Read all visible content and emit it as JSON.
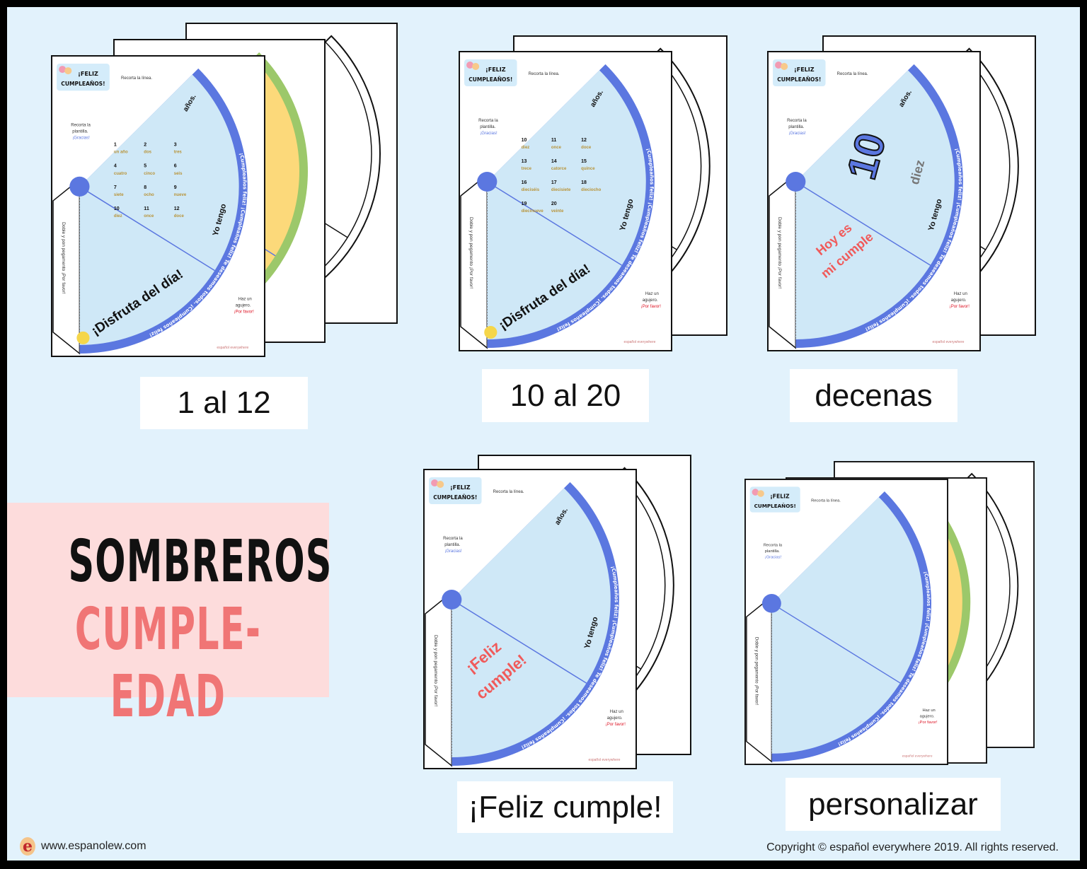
{
  "colors": {
    "background": "#e2f2fc",
    "fan_blue": "#5b77e0",
    "fan_fill": "#cfe8f7",
    "title_pink_bg": "#fddcdc",
    "title_red": "#f07575",
    "yellow": "#fcd97a",
    "green": "#9cc86a"
  },
  "title": {
    "line1": "SOMBREROS",
    "line2": "CUMPLE-EDAD"
  },
  "products": [
    {
      "label": "1 al 12"
    },
    {
      "label": "10 al 20"
    },
    {
      "label": "decenas"
    },
    {
      "label": "¡Feliz cumple!"
    },
    {
      "label": "personalizar"
    }
  ],
  "template": {
    "header1": "¡FELIZ",
    "header2": "CUMPLEAÑOS!",
    "cut_line": "Recorta la línea.",
    "cut_template1": "Recorta la",
    "cut_template2": "plantilla.",
    "cut_template3": "¡Gracias!",
    "glue": "Doble y pon pegamento ¡Por favor!",
    "hole1": "Haz un",
    "hole2": "agujero.",
    "hole3": "¡Por favor!",
    "yo_tengo": "Yo tengo",
    "anos": "años.",
    "arc_text": "¡Cumpleaños feliz! ¡Cumpleaños feliz! Te deseamos todos. ¡Cumpleaños feliz!",
    "brand": "español everywhere"
  },
  "card_content": {
    "disfruta": "¡Disfruta del día!",
    "numbers_1_12": [
      [
        "1",
        "un año"
      ],
      [
        "2",
        "dos"
      ],
      [
        "3",
        "tres"
      ],
      [
        "4",
        "cuatro"
      ],
      [
        "5",
        "cinco"
      ],
      [
        "6",
        "seis"
      ],
      [
        "7",
        "siete"
      ],
      [
        "8",
        "ocho"
      ],
      [
        "9",
        "nueve"
      ],
      [
        "10",
        "diez"
      ],
      [
        "11",
        "once"
      ],
      [
        "12",
        "doce"
      ]
    ],
    "numbers_10_20": [
      [
        "10",
        "diez"
      ],
      [
        "11",
        "once"
      ],
      [
        "12",
        "doce"
      ],
      [
        "13",
        "trece"
      ],
      [
        "14",
        "catorce"
      ],
      [
        "15",
        "quince"
      ],
      [
        "16",
        "dieciséis"
      ],
      [
        "17",
        "diecisiete"
      ],
      [
        "18",
        "dieciocho"
      ],
      [
        "19",
        "diecinueve"
      ],
      [
        "20",
        "veinte"
      ]
    ],
    "decenas_number": "10",
    "decenas_word": "diez",
    "hoy_es": "Hoy es",
    "mi_cumple": "mi cumple",
    "feliz": "¡Feliz",
    "cumple": "cumple!"
  },
  "footer": {
    "website": "www.espanolew.com",
    "copyright": "Copyright © español everywhere 2019. All rights reserved.",
    "logo_letter": "e"
  }
}
